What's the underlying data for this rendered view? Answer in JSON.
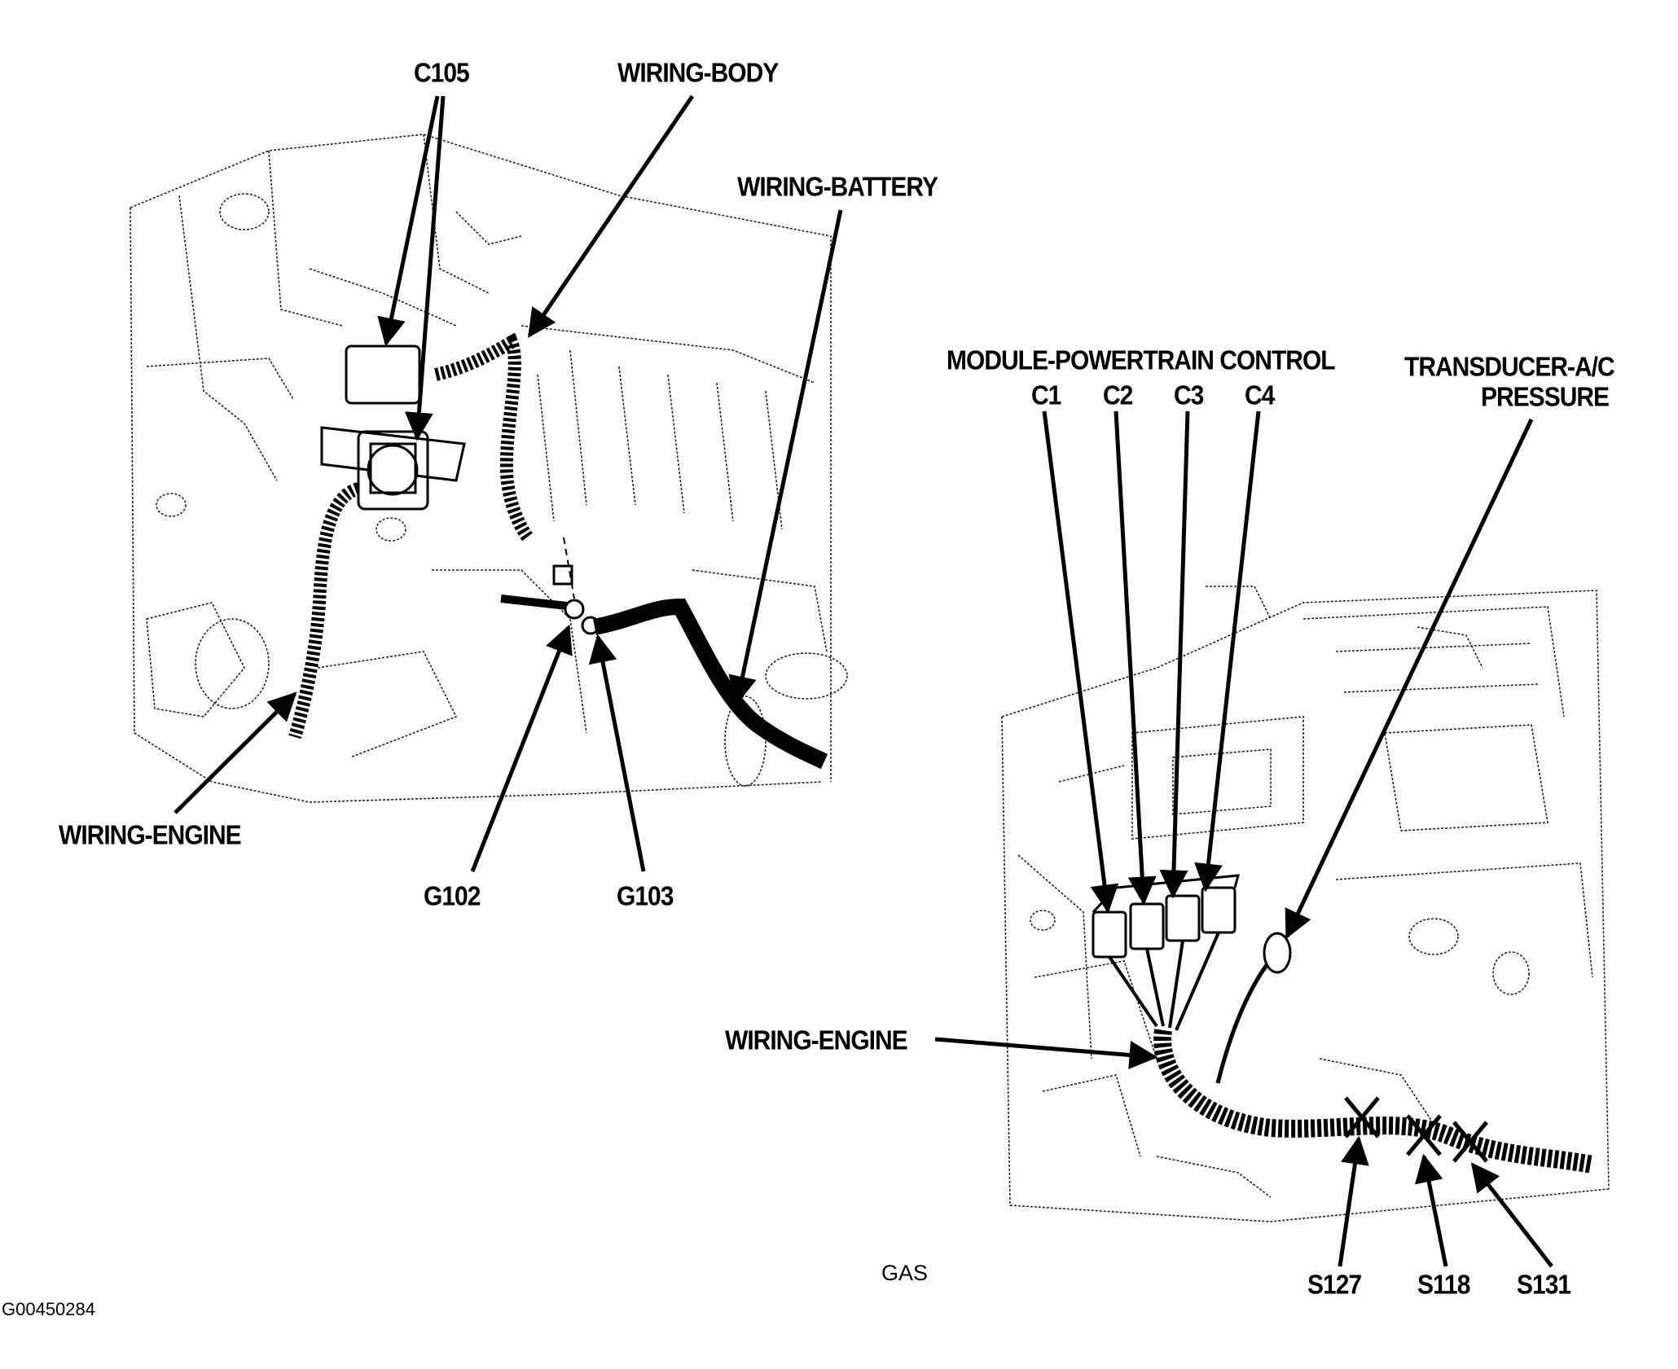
{
  "left_view": {
    "c105": "C105",
    "wiring_body": "WIRING-BODY",
    "wiring_battery": "WIRING-BATTERY",
    "wiring_engine": "WIRING-ENGINE",
    "g102": "G102",
    "g103": "G103"
  },
  "right_view": {
    "module_title": "MODULE-POWERTRAIN CONTROL",
    "c1": "C1",
    "c2": "C2",
    "c3": "C3",
    "c4": "C4",
    "transducer_line1": "TRANSDUCER-A/C",
    "transducer_line2": "PRESSURE",
    "wiring_engine": "WIRING-ENGINE",
    "s127": "S127",
    "s118": "S118",
    "s131": "S131"
  },
  "gas_label": "GAS",
  "figure_id": "G00450284"
}
